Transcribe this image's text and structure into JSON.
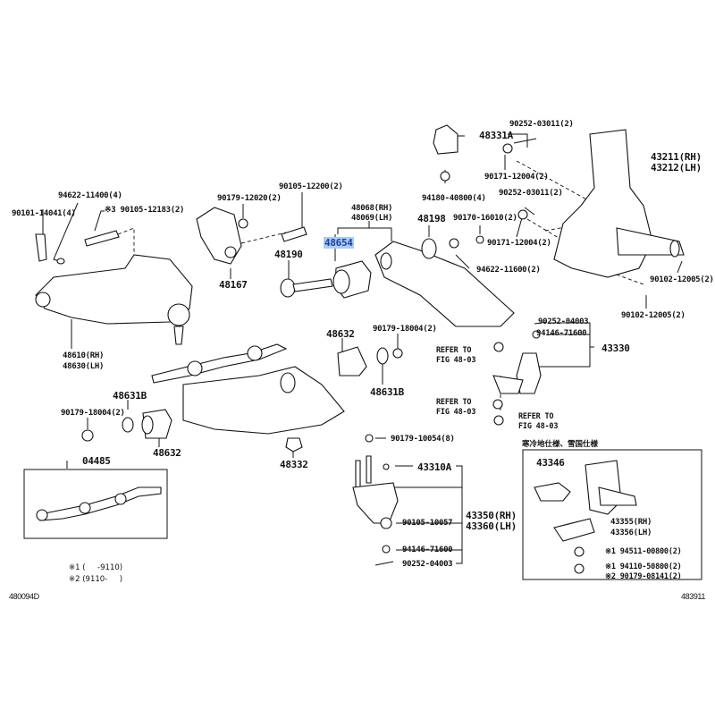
{
  "diagram": {
    "highlight_color": "#a8cdf5",
    "selected_part": "48654",
    "labels": {
      "p94622_11400": "94622-11400(4)",
      "p90101_14041": "90101-14041(4)",
      "p90105_12183": "※3 90105-12183(2)",
      "p90179_12020": "90179-12020(2)",
      "p90105_12200": "90105-12200(2)",
      "p48068": "48068(RH)",
      "p48069": "48069(LH)",
      "p48654": "48654",
      "p48198": "48198",
      "p48190": "48190",
      "p48167": "48167",
      "p48331A": "48331A",
      "p90252_03011_a": "90252-03011(2)",
      "p90171_12004_a": "90171-12004(2)",
      "p94180_40800": "94180-40800(4)",
      "p90252_03011_b": "90252-03011(2)",
      "p90170_16010": "90170-16010(2)",
      "p90171_12004_b": "90171-12004(2)",
      "p94622_11600": "94622-11600(2)",
      "p43211": "43211(RH)",
      "p43212": "43212(LH)",
      "p90102_12005_a": "90102-12005(2)",
      "p90102_12005_b": "90102-12005(2)",
      "p48610": "48610(RH)",
      "p48630": "48630(LH)",
      "p48632_a": "48632",
      "p90179_18004_a": "90179-18004(2)",
      "p48631B_a": "48631B",
      "p90252_04003_a": "90252-04003",
      "p94146_71600_a": "94146-71600",
      "p43330": "43330",
      "refer1_a": "REFER TO",
      "refer1_b": "FIG 48-03",
      "refer2_a": "REFER TO",
      "refer2_b": "FIG 48-03",
      "refer3_a": "REFER TO",
      "refer3_b": "FIG 48-03",
      "p48631B_b": "48631B",
      "p90179_18004_b": "90179-18004(2)",
      "p48632_b": "48632",
      "p04485": "04485",
      "p48332": "48332",
      "p90179_10054": "90179-10054(8)",
      "p43310A": "43310A",
      "p90105_10057": "90105-10057",
      "p43350": "43350(RH)",
      "p43360": "43360(LH)",
      "p94146_71600_b": "94146-71600",
      "p90252_04003_b": "90252-04003",
      "inset_title": "寒冷地仕様、雪国仕様",
      "p43346": "43346",
      "p43355": "43355(RH)",
      "p43356": "43356(LH)",
      "p94511_00800": "※1 94511-00800(2)",
      "p94110_50800": "※1 94110-50800(2)",
      "p90179_08141": "※2 90179-08141(2)"
    },
    "notes": {
      "note1": "※1 (     -9110)",
      "note2": "※2 (9110-     )"
    },
    "footer": {
      "left_code": "480094D",
      "right_code": "483911"
    }
  }
}
